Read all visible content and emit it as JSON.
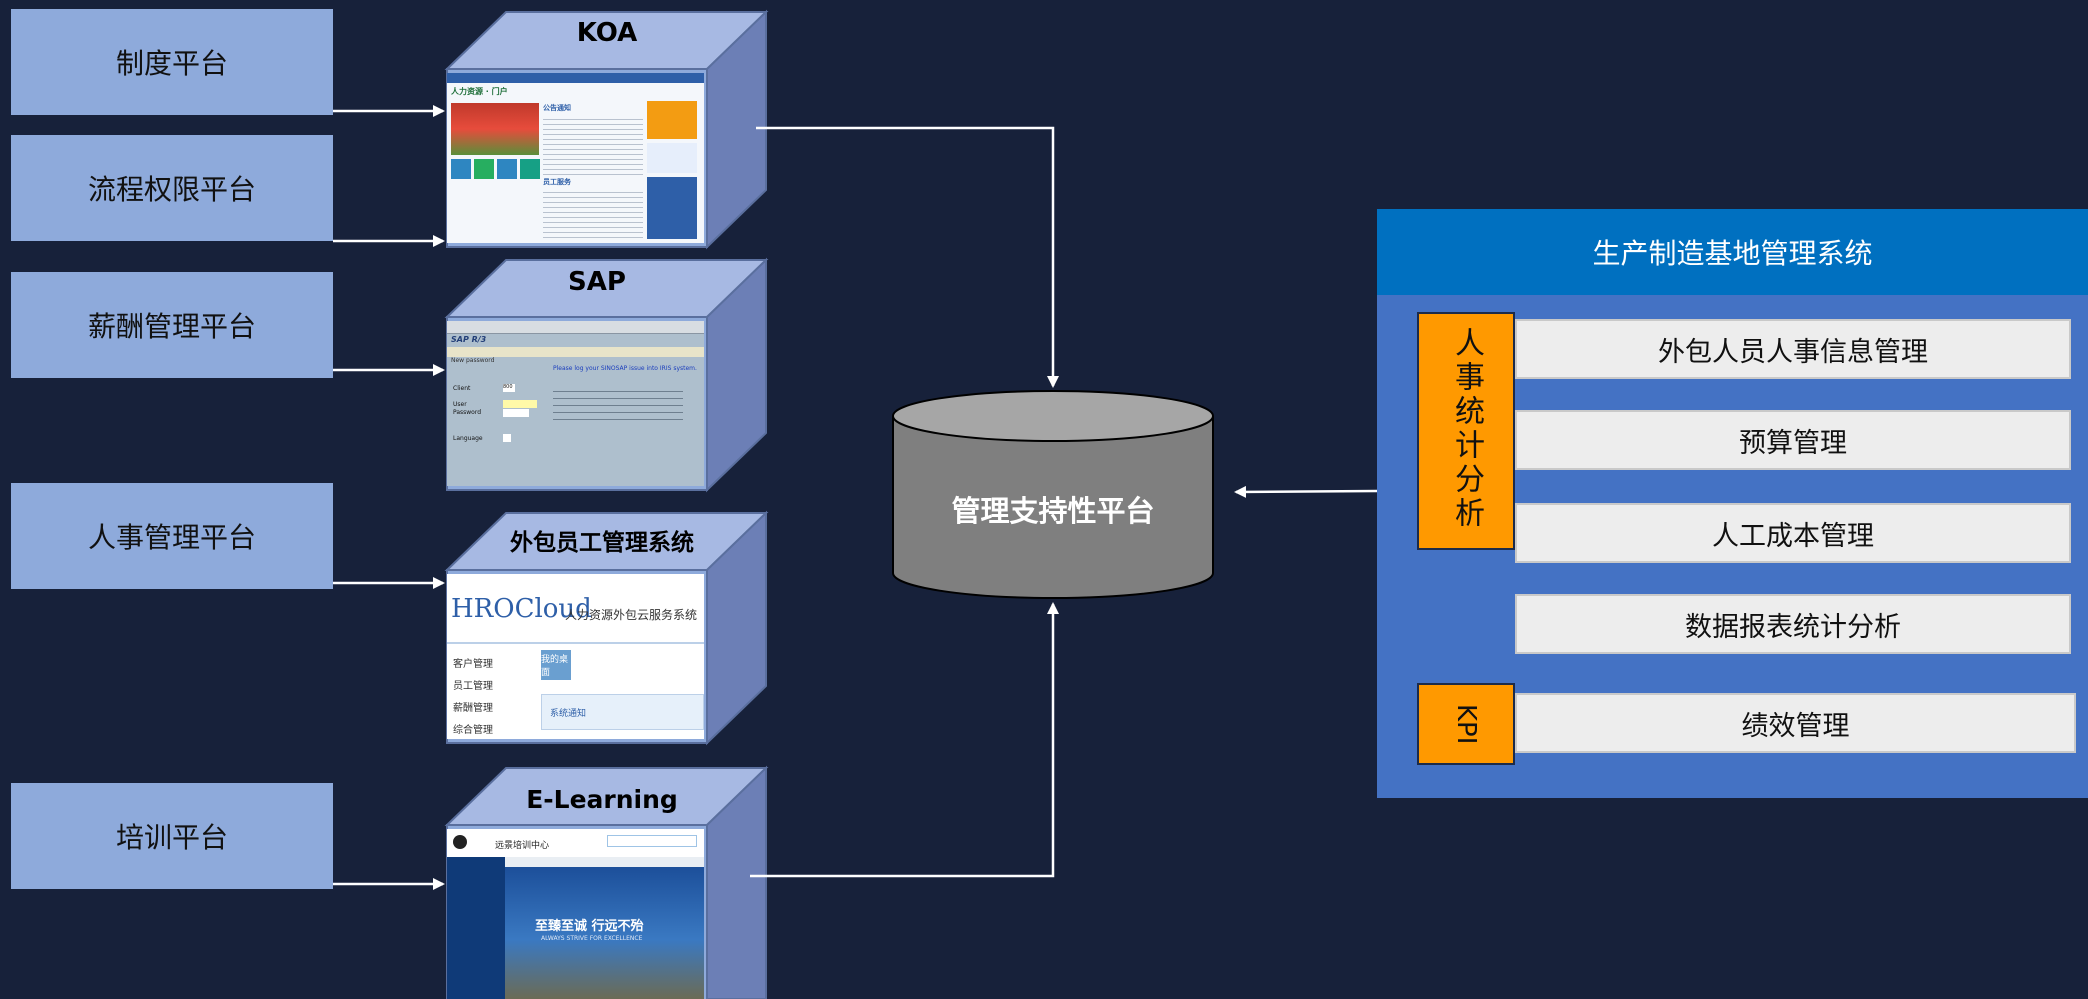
{
  "left_platforms": [
    "制度平台",
    "流程权限平台",
    "薪酬管理平台",
    "人事管理平台",
    "培训平台"
  ],
  "systems": {
    "koa": "KOA",
    "sap": "SAP",
    "outsource": "外包员工管理系统",
    "elearning": "E-Learning"
  },
  "koa_shot": {
    "logo": "人力资源 · 门户",
    "headings": [
      "公告通知",
      "员工服务"
    ]
  },
  "sap_shot": {
    "title": "SAP R/3",
    "bar": "New password",
    "notice": "Please log your SINOSAP issue into IRIS system.",
    "fields": [
      "Client",
      "User",
      "Password",
      "Language"
    ],
    "client_value": "800"
  },
  "hro_shot": {
    "brand": "HROCloud",
    "subtitle": "人力资源外包云服务系统",
    "menu": [
      "客户管理",
      "员工管理",
      "薪酬管理",
      "综合管理"
    ],
    "tab": "我的桌面",
    "panel": "系统通知"
  },
  "elearning_shot": {
    "org": "远景培训中心",
    "slogan": "至臻至诚 行远不殆",
    "slogan_en": "ALWAYS STRIVE FOR EXCELLENCE"
  },
  "center": {
    "label": "管理支持性平台"
  },
  "panel": {
    "title": "生产制造基地管理系统",
    "group_hr": "人事统计分析",
    "group_kpi": "KPI",
    "modules": [
      "外包人员人事信息管理",
      "预算管理",
      "人工成本管理",
      "数据报表统计分析",
      "绩效管理"
    ]
  },
  "colors": {
    "background": "#17213a",
    "box": "#8eaadb",
    "panel": "#4472c4",
    "panel_header": "#0070c0",
    "orange": "#ff9900",
    "cylinder": "#7f7f7f"
  }
}
